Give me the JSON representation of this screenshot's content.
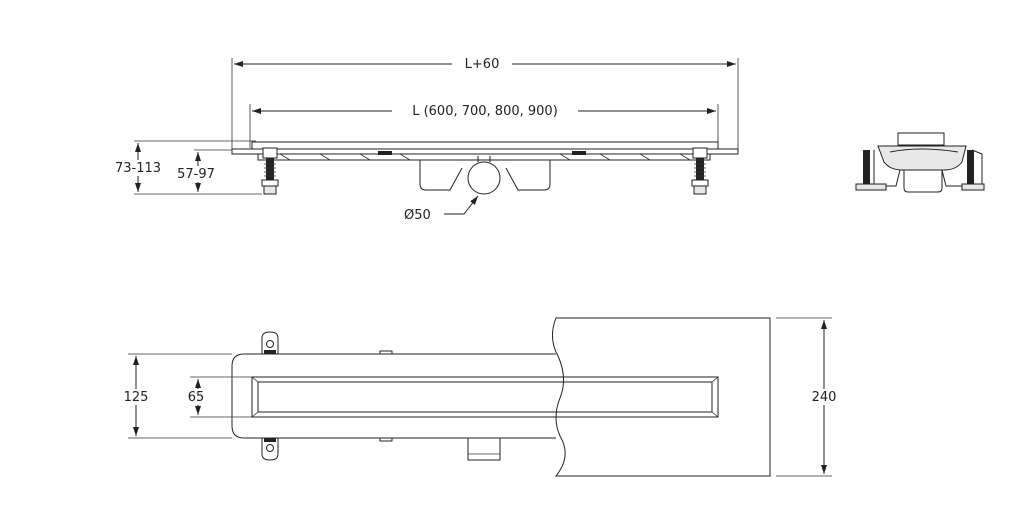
{
  "drawing": {
    "colors": {
      "line": "#222222",
      "background": "#ffffff"
    },
    "side_view": {
      "overall_length_label": "L+60",
      "length_label": "L (600, 700, 800, 900)",
      "total_height_label": "73-113",
      "body_height_label": "57-97",
      "outlet_label": "Ø50"
    },
    "top_view": {
      "channel_width_label": "125",
      "grate_width_label": "65",
      "floor_width_label": "240"
    }
  }
}
